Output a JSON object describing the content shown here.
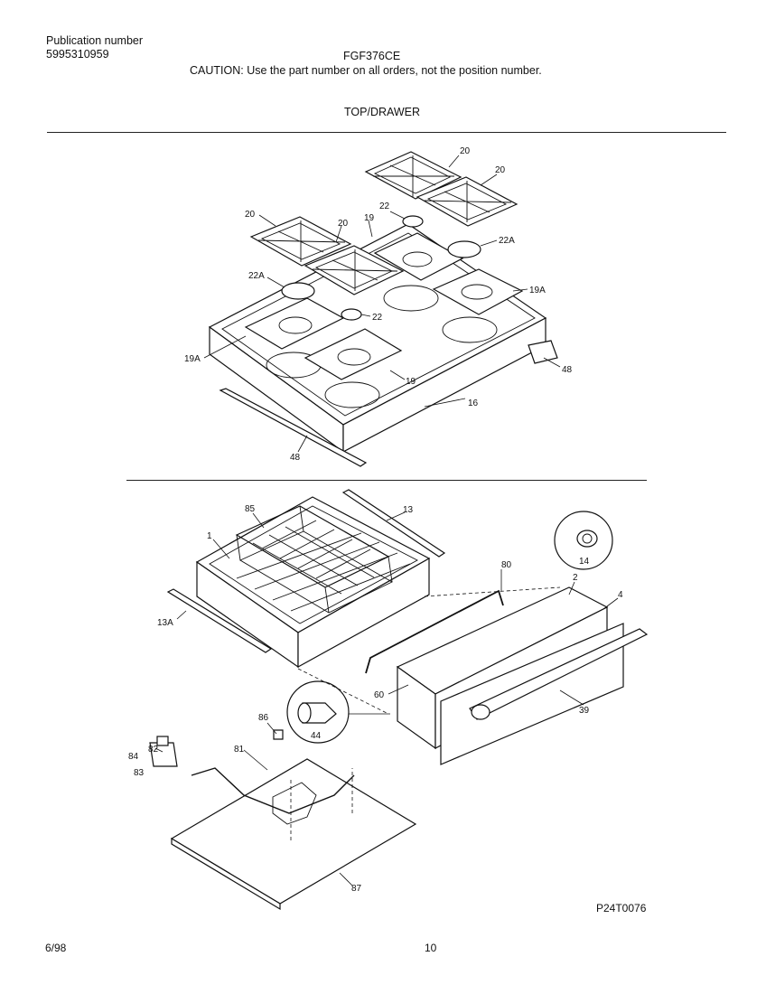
{
  "header": {
    "publication_label": "Publication number",
    "publication_number": "5995310959",
    "model": "FGF376CE",
    "caution": "CAUTION:  Use the part number on all orders, not the position number.",
    "section_title": "TOP/DRAWER"
  },
  "top_section": {
    "part_labels": {
      "grate_a": "20",
      "grate_b": "20",
      "grate_c": "20",
      "grate_d": "20",
      "cap_22_rear": "22",
      "cap_22_front": "22",
      "cap_22A_rear": "22A",
      "cap_22A_front": "22A",
      "bowl_19_rear": "19",
      "bowl_19_front": "19",
      "bowl_19A_rear": "19A",
      "bowl_19A_front": "19A",
      "cooktop_16": "16",
      "trim_48_right": "48",
      "trim_48_front": "48"
    }
  },
  "drawer_section": {
    "part_labels": {
      "rack_85": "85",
      "drawer_1": "1",
      "slide_13": "13",
      "slide_13A": "13A",
      "handle_80": "80",
      "screw_60": "60",
      "knob_14": "14",
      "bracket_2": "2",
      "panel_4": "4",
      "handle_39": "39",
      "bushing_44": "44",
      "clip_86": "86",
      "wire_81": "81",
      "switch_82": "82",
      "bracket_84": "84",
      "screw_83": "83",
      "bottom_87": "87"
    }
  },
  "footer": {
    "drawing_number": "P24T0076",
    "date": "6/98",
    "page_number": "10"
  }
}
